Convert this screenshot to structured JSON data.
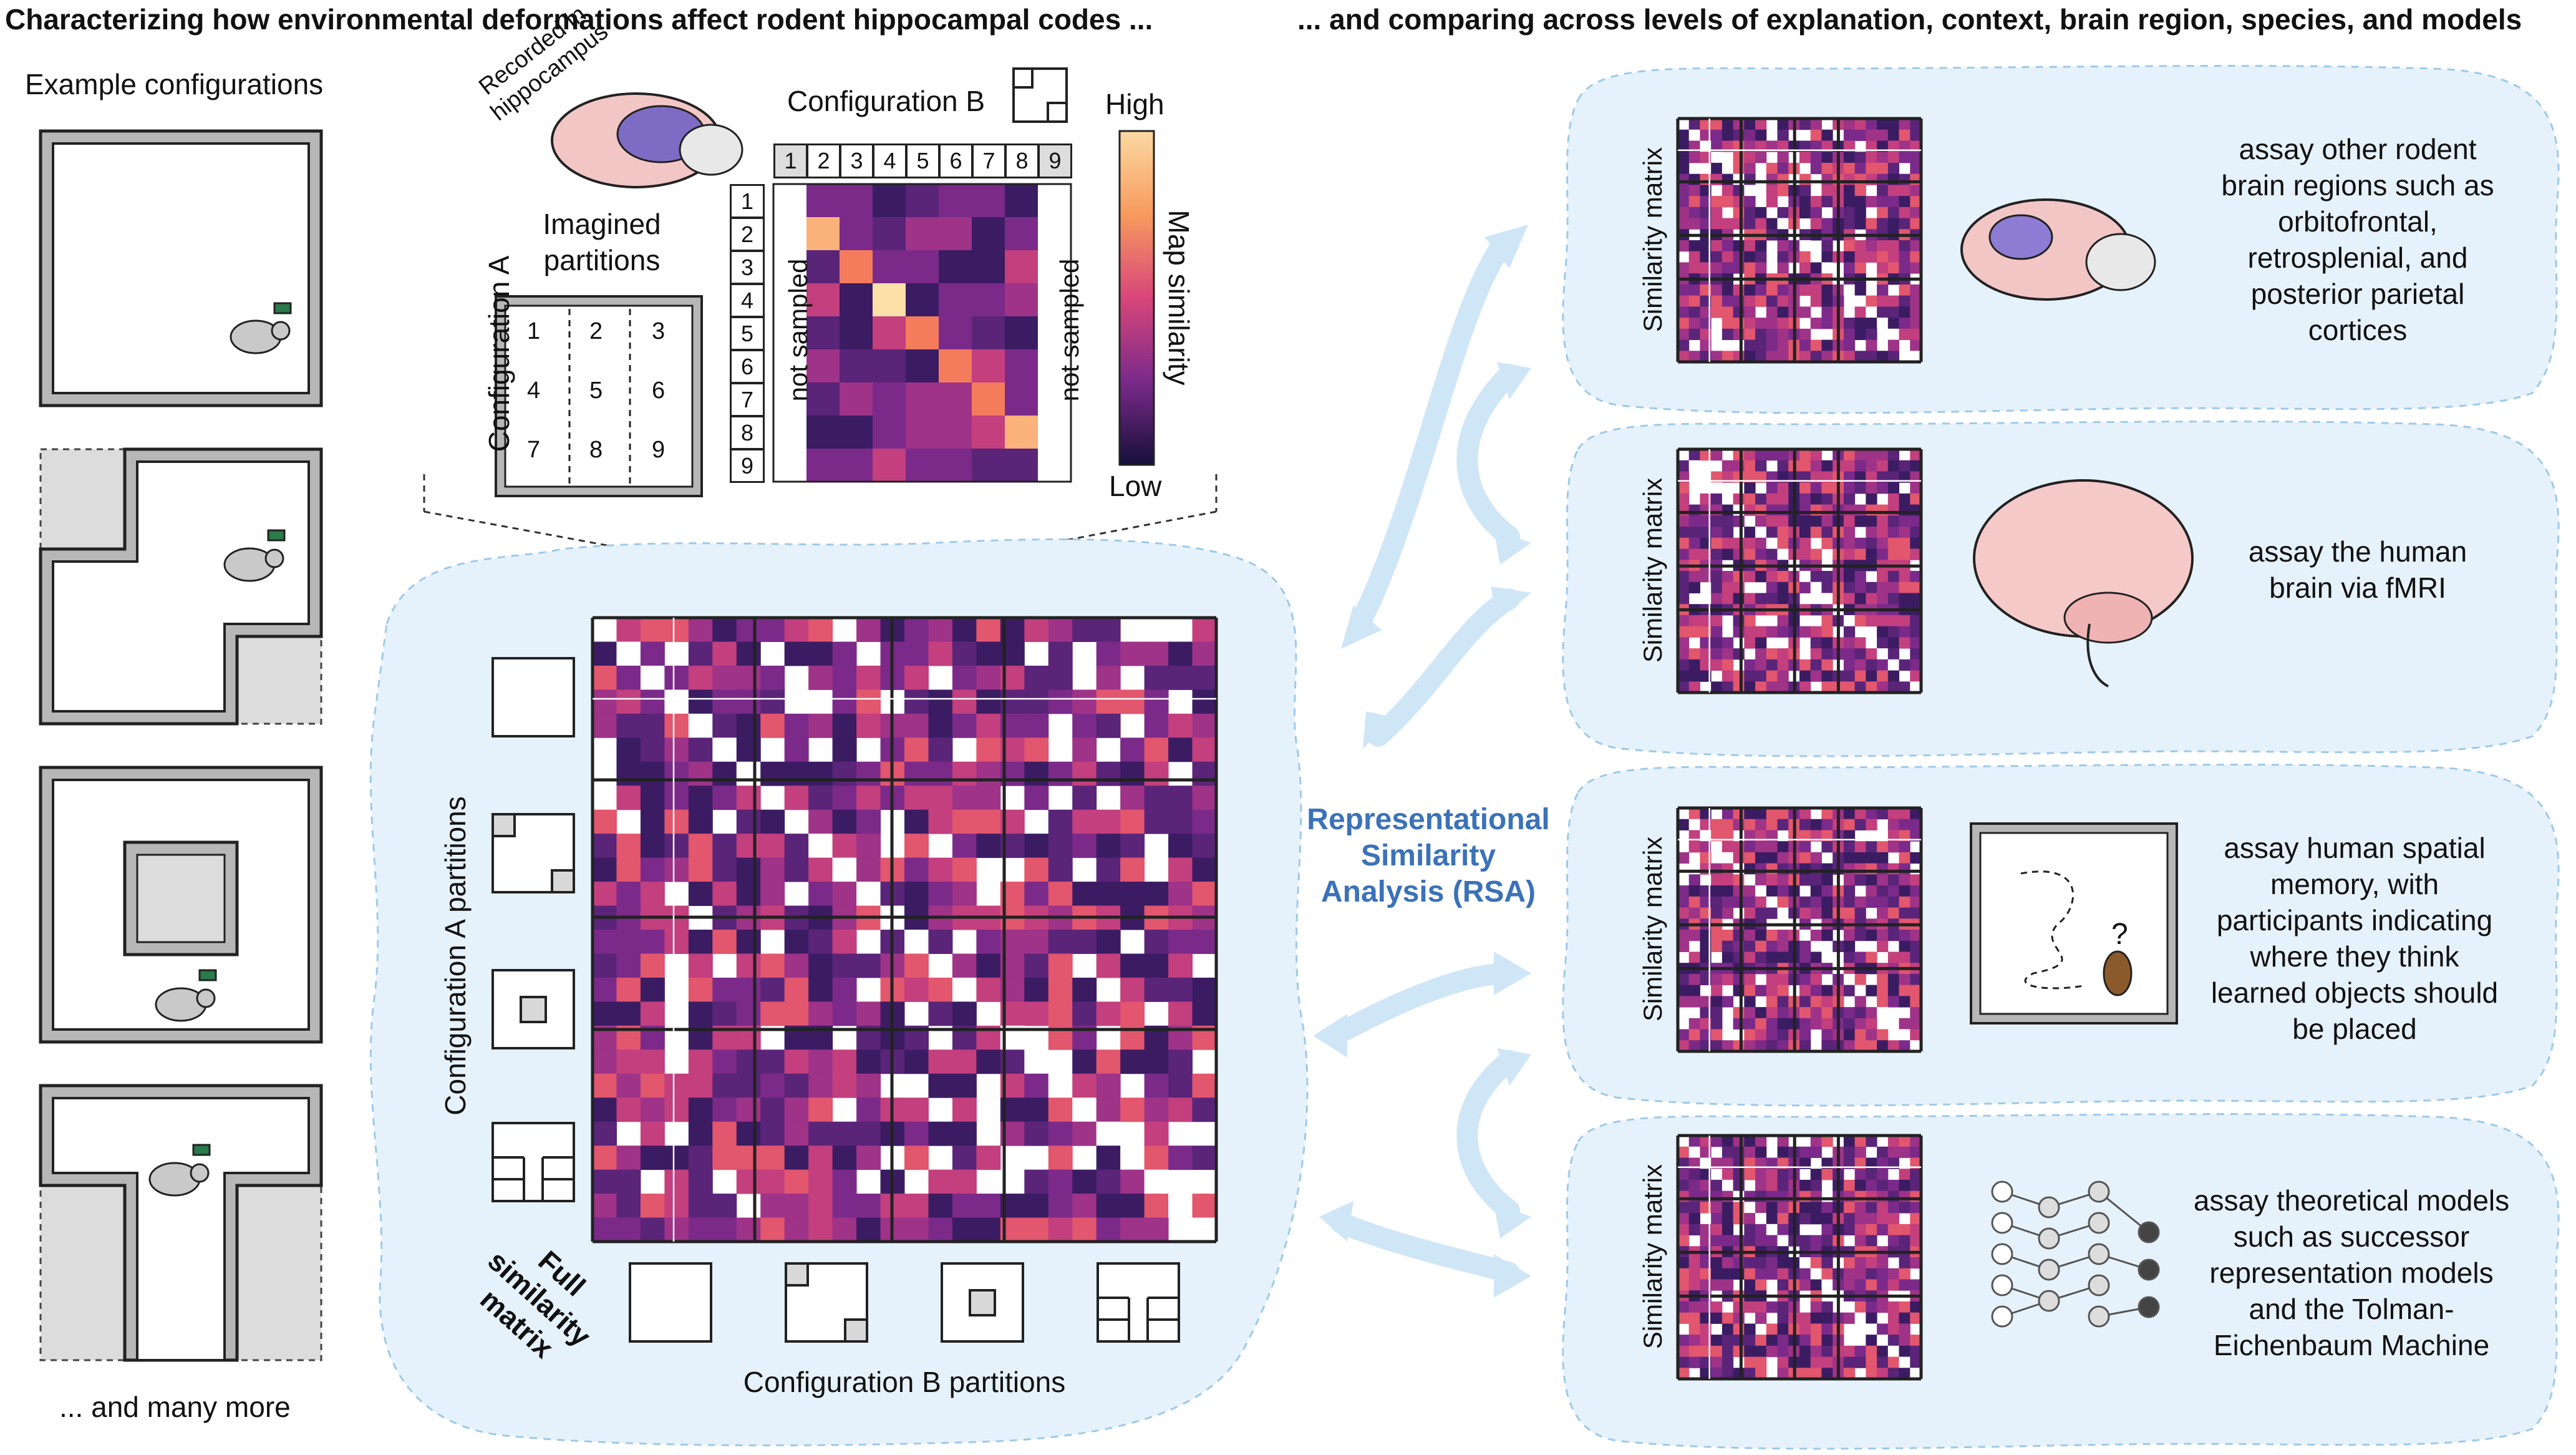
{
  "left_title": "Characterizing how environmental deformations affect rodent hippocampal codes ...",
  "right_title": "... and comparing across levels of explanation, context, brain region, species, and models",
  "example_configs_label": "Example configurations",
  "and_many_more": "... and many more",
  "recorded_label": "Recorded in hippocampus",
  "imagined_partitions": "Imagined partitions",
  "configuration_a": "Configuration A",
  "configuration_b": "Configuration B",
  "partition_numbers": [
    "1",
    "2",
    "3",
    "4",
    "5",
    "6",
    "7",
    "8",
    "9"
  ],
  "not_sampled": "not sampled",
  "colorbar": {
    "high": "High",
    "low": "Low",
    "label": "Map similarity"
  },
  "config_a_partitions": "Configuration A partitions",
  "config_b_partitions": "Configuration B partitions",
  "full_similarity_matrix": "Full similarity matrix",
  "rsa_label": "Representational Similarity Analysis (RSA)",
  "similarity_matrix_label": "Similarity matrix",
  "panels": [
    {
      "text": "assay other rodent brain regions such as orbitofrontal, retrosplenial, and posterior parietal cortices",
      "icon": "rodent-brain-icon"
    },
    {
      "text": "assay the human brain via fMRI",
      "icon": "human-brain-icon"
    },
    {
      "text": "assay human spatial memory, with participants indicating where they think learned objects should be placed",
      "icon": "spatial-memory-icon"
    },
    {
      "text": "assay theoretical models such as successor representation models and the Tolman-Eichenbaum Machine",
      "icon": "neural-network-icon"
    }
  ],
  "question_mark": "?",
  "colors": {
    "blue_bg": "#e6f2fb",
    "blue_border": "#9ec9e8",
    "arrow": "#cfe6f7",
    "rsa_text": "#3b72b8"
  }
}
